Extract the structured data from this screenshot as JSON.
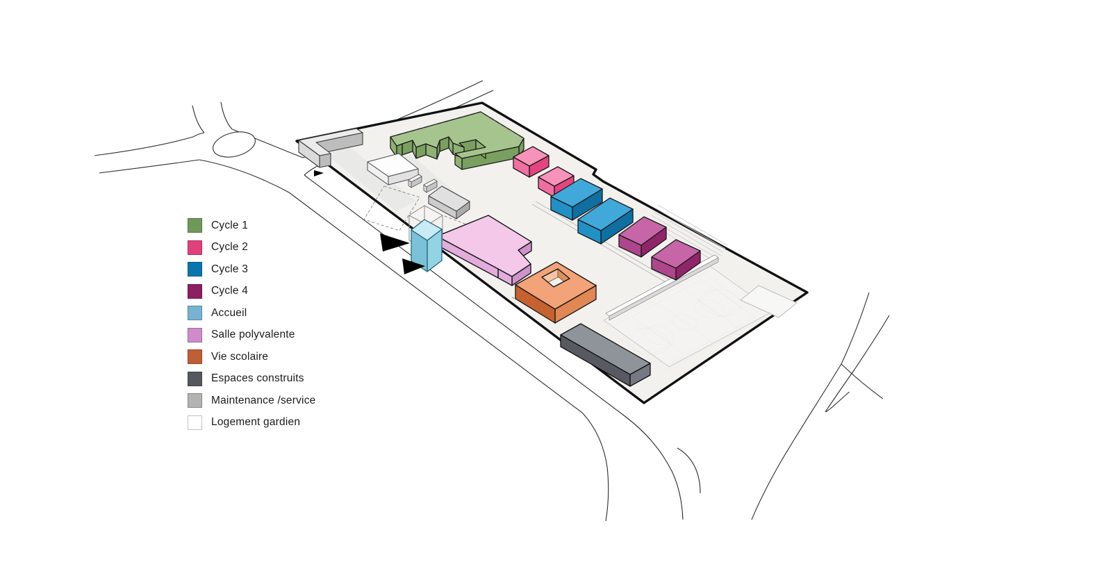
{
  "page": {
    "background": "#ffffff",
    "kind": "axonometric-site-plan"
  },
  "legend": {
    "items": [
      {
        "key": "cycle1",
        "label": "Cycle 1",
        "color": "#6f9958",
        "border": "rgba(0,0,0,0.25)"
      },
      {
        "key": "cycle2",
        "label": "Cycle 2",
        "color": "#e0417c",
        "border": "rgba(0,0,0,0.25)"
      },
      {
        "key": "cycle3",
        "label": "Cycle 3",
        "color": "#0b76ae",
        "border": "rgba(0,0,0,0.25)"
      },
      {
        "key": "cycle4",
        "label": "Cycle 4",
        "color": "#8d1f63",
        "border": "rgba(0,0,0,0.25)"
      },
      {
        "key": "accueil",
        "label": "Accueil",
        "color": "#76b3d3",
        "border": "rgba(0,0,0,0.25)"
      },
      {
        "key": "salle",
        "label": "Salle polyvalente",
        "color": "#cf8ccb",
        "border": "rgba(0,0,0,0.25)"
      },
      {
        "key": "vie",
        "label": "Vie scolaire",
        "color": "#bf5f35",
        "border": "rgba(0,0,0,0.25)"
      },
      {
        "key": "espaces",
        "label": "Espaces construits",
        "color": "#55585e",
        "border": "rgba(0,0,0,0.25)"
      },
      {
        "key": "maintenance",
        "label": "Maintenance /service",
        "color": "#b3b3b3",
        "border": "rgba(0,0,0,0.25)"
      },
      {
        "key": "logement",
        "label": "Logement gardien",
        "color": "#ffffff",
        "border": "#c2c2c2"
      }
    ]
  },
  "diagram": {
    "ground_color": "#f2f1ee",
    "boundary_color": "#111111",
    "road_color": "#2c2c2c",
    "marking_color": "#c9c9c9",
    "entrance_marker_color": "#000000",
    "buildings": [
      {
        "key": "cycle1",
        "count": 1
      },
      {
        "key": "cycle2",
        "count": 2
      },
      {
        "key": "cycle3",
        "count": 2
      },
      {
        "key": "cycle4",
        "count": 2
      },
      {
        "key": "accueil",
        "count": 1
      },
      {
        "key": "salle",
        "count": 1
      },
      {
        "key": "vie",
        "count": 1
      },
      {
        "key": "espaces",
        "count": 1
      },
      {
        "key": "maintenance",
        "count": 3
      },
      {
        "key": "logement",
        "count": 1
      }
    ],
    "features": [
      "roundabout",
      "roads",
      "sports-court",
      "bleacher-steps",
      "entrance-arrows",
      "construction-dashed-outline"
    ]
  }
}
